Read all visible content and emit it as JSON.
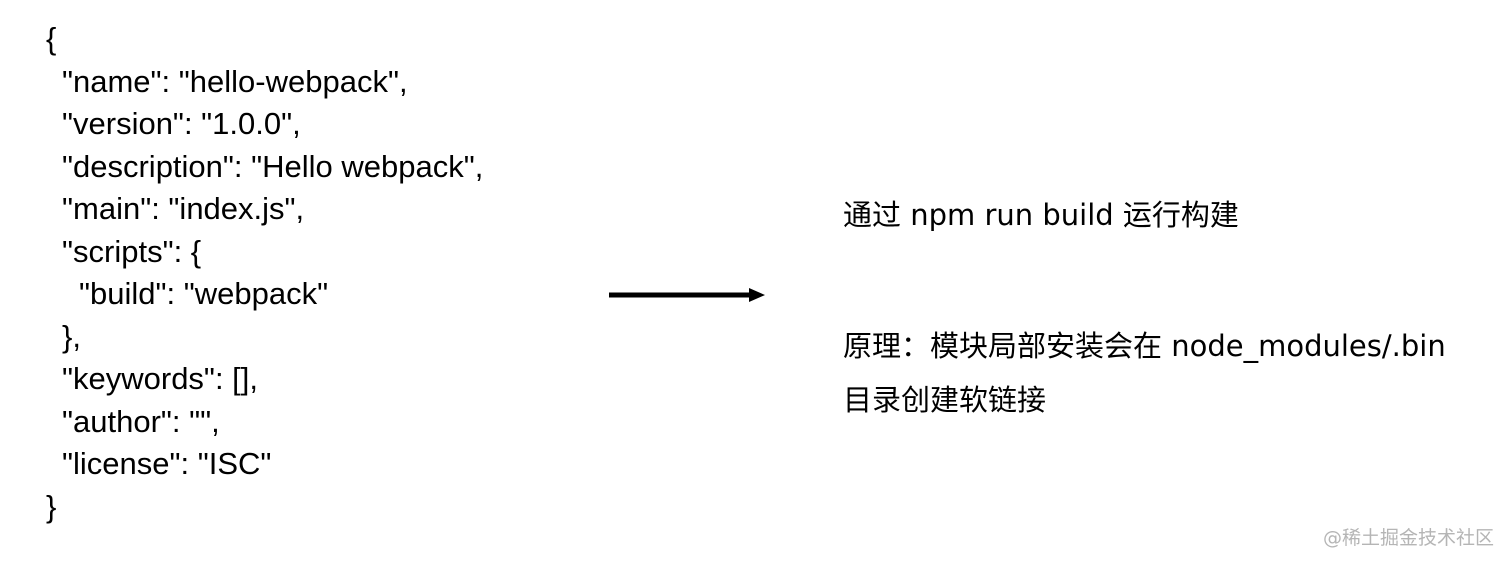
{
  "code": {
    "lines": [
      "{",
      "\"name\": \"hello-webpack\",",
      "\"version\": \"1.0.0\",",
      "\"description\": \"Hello webpack\",",
      "\"main\": \"index.js\",",
      "\"scripts\": {",
      "\"build\": \"webpack\"",
      "},",
      "\"keywords\": [],",
      "\"author\": \"\",",
      "\"license\": \"ISC\"",
      "}"
    ]
  },
  "notes": {
    "run": "通过 npm run build 运行构建",
    "principle_line1": "原理：模块局部安装会在 node_modules/.bin",
    "principle_line2": "目录创建软链接"
  },
  "watermark": "@稀土掘金技术社区"
}
